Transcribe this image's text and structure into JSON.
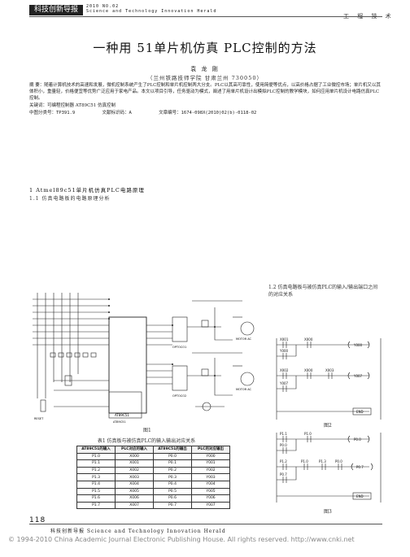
{
  "header": {
    "journal_badge": "科技创新导报",
    "year_issue": "2010  NO.02",
    "journal_en": "Science and Technology Innovation Herald",
    "category": "工 程 技 术"
  },
  "article": {
    "title": "一种用 51单片机仿真 PLC控制的方法",
    "author": "袁 龙 刚",
    "affiliation": "（兰州铁路技师学院  甘肃兰州  730050）",
    "abstract": "摘 要：随着计算机技术的高速和发展，微机控制系统产生了PLC控制和单片机控制两大分支。PLC以其高可靠性，使用简便等优点，以高价格占据了工业微控市场；单片机又以其体积小，重量轻，价格便宜等优势广泛应用于家电产品。本文以项目引导，任务驱动为模式，阐述了用单片机设计出模拟PLC控制的教学模块，如何应用单片机设计电路仿真PLC控制。",
    "keywords": "关键词：可编程控制器    AT89C51    仿真控制",
    "classification": {
      "clc": "中图分类号：TP391.9",
      "doc_code": "文献标识码：A",
      "article_id": "文章编号：1674-098X(2010)02(b)-0118-02"
    }
  },
  "sections": {
    "s1": "1  Atmel89c51单片机仿真PLC电路原理",
    "s1_1": "1.1 仿真电路板的电路原理分析",
    "s1_2": "1.2 仿真电路板与被仿真PLC的输入/输出端口之间的对应关系"
  },
  "figures": {
    "fig1_caption": "图1",
    "fig2_caption": "图2",
    "fig3_caption": "图3",
    "circuit_labels": {
      "chip1": "AT89C51",
      "chip2": "AT89C51",
      "opto1": "OPTOCO1",
      "opto2": "OPTOCO2",
      "motor1": "MOTOR AC",
      "motor2": "MOTOR AC",
      "rst": "RESET"
    },
    "ladder2": {
      "rung1": [
        "X001",
        "X000",
        "Y000"
      ],
      "rung2": [
        "Y000"
      ],
      "rung3": [
        "X002",
        "X000",
        "X003",
        "Y007"
      ],
      "rung4": [
        "Y007"
      ],
      "end": "END"
    },
    "ladder3": {
      "rung1": [
        "P1.1",
        "P1.0",
        "P0.0"
      ],
      "rung2": [
        "P0.0"
      ],
      "rung3": [
        "P1.2",
        "P1.0",
        "P1.3",
        "P0.0",
        "P0.7"
      ],
      "rung4": [
        "P0.7"
      ],
      "end": "END"
    }
  },
  "table1": {
    "title": "表1 仿真板与被仿真PLC的输入输出对应关系",
    "headers": [
      "AT89C51的输入",
      "PLC对应的输入",
      "AT89C51的输出",
      "PLC的对应输出"
    ],
    "rows": [
      [
        "P1.0",
        "X000",
        "P0.0",
        "Y000"
      ],
      [
        "P1.1",
        "X001",
        "P0.1",
        "Y001"
      ],
      [
        "P1.2",
        "X002",
        "P0.2",
        "Y002"
      ],
      [
        "P1.3",
        "X003",
        "P0.3",
        "Y003"
      ],
      [
        "P1.4",
        "X004",
        "P0.4",
        "Y004"
      ],
      [
        "P1.5",
        "X005",
        "P0.5",
        "Y005"
      ],
      [
        "P1.6",
        "X006",
        "P0.6",
        "Y006"
      ],
      [
        "P1.7",
        "X007",
        "P0.7",
        "Y007"
      ]
    ]
  },
  "footer": {
    "page_number": "118",
    "journal_line": "科技创新导报  Science and Technology Innovation Herald",
    "copyright": "© 1994-2010 China Academic Journal Electronic Publishing House. All rights reserved.    http://www.cnki.net"
  }
}
